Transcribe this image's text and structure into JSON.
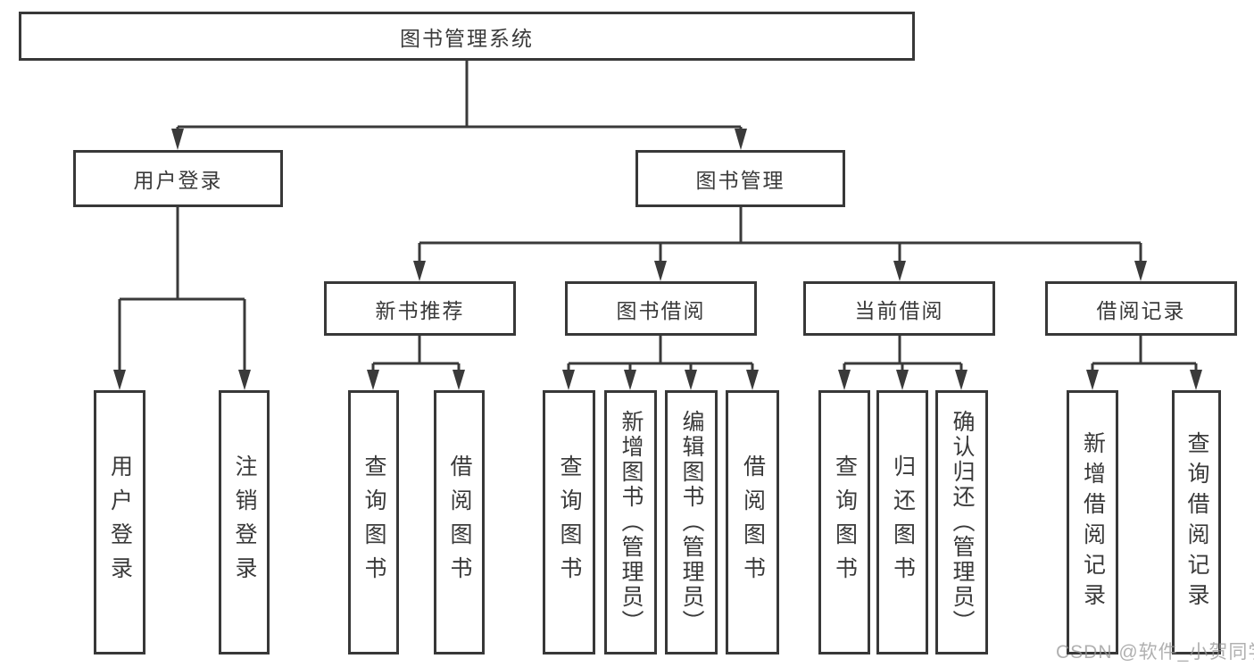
{
  "diagram": {
    "title": "图书管理系统",
    "level2": [
      {
        "label": "用户登录"
      },
      {
        "label": "图书管理"
      }
    ],
    "level3": [
      {
        "label": "新书推荐"
      },
      {
        "label": "图书借阅"
      },
      {
        "label": "当前借阅"
      },
      {
        "label": "借阅记录"
      }
    ],
    "leaves": {
      "user_login": [
        {
          "label": "用户登录"
        },
        {
          "label": "注销登录"
        }
      ],
      "new_books": [
        {
          "label": "查询图书"
        },
        {
          "label": "借阅图书"
        }
      ],
      "book_borrow": [
        {
          "label": "查询图书"
        },
        {
          "label": "新增图书（管理员）"
        },
        {
          "label": "编辑图书（管理员）"
        },
        {
          "label": "借阅图书"
        }
      ],
      "current_borrow": [
        {
          "label": "查询图书"
        },
        {
          "label": "归还图书"
        },
        {
          "label": "确认归还（管理员）"
        }
      ],
      "borrow_records": [
        {
          "label": "新增借阅记录"
        },
        {
          "label": "查询借阅记录"
        }
      ]
    },
    "watermark": "CSDN @软件_小贺同学",
    "colors": {
      "line": "#3a3a3a",
      "text": "#3a3a3a",
      "box_background": "#ffffff",
      "watermark": "#969696",
      "background": "#ffffff"
    }
  }
}
